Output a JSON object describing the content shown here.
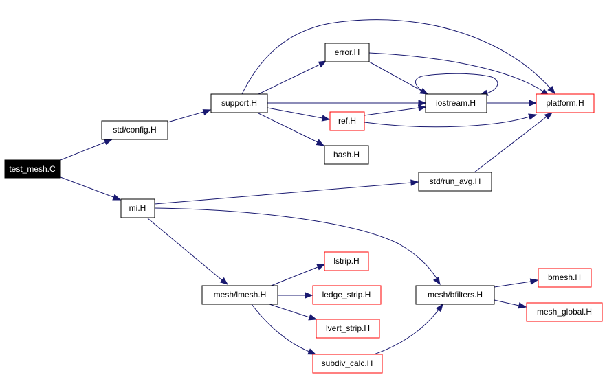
{
  "diagram": {
    "type": "include-dependency-graph",
    "nodes": [
      {
        "id": "test_mesh_C",
        "label": "test_mesh.C",
        "style": "root"
      },
      {
        "id": "std_config_H",
        "label": "std/config.H",
        "style": "normal"
      },
      {
        "id": "support_H",
        "label": "support.H",
        "style": "normal"
      },
      {
        "id": "error_H",
        "label": "error.H",
        "style": "normal"
      },
      {
        "id": "iostream_H",
        "label": "iostream.H",
        "style": "normal"
      },
      {
        "id": "platform_H",
        "label": "platform.H",
        "style": "red"
      },
      {
        "id": "ref_H",
        "label": "ref.H",
        "style": "red"
      },
      {
        "id": "hash_H",
        "label": "hash.H",
        "style": "normal"
      },
      {
        "id": "std_run_avg_H",
        "label": "std/run_avg.H",
        "style": "normal"
      },
      {
        "id": "mi_H",
        "label": "mi.H",
        "style": "normal"
      },
      {
        "id": "lstrip_H",
        "label": "lstrip.H",
        "style": "red"
      },
      {
        "id": "mesh_lmesh_H",
        "label": "mesh/lmesh.H",
        "style": "normal"
      },
      {
        "id": "ledge_strip_H",
        "label": "ledge_strip.H",
        "style": "red"
      },
      {
        "id": "lvert_strip_H",
        "label": "lvert_strip.H",
        "style": "red"
      },
      {
        "id": "subdiv_calc_H",
        "label": "subdiv_calc.H",
        "style": "red"
      },
      {
        "id": "mesh_bfilters_H",
        "label": "mesh/bfilters.H",
        "style": "normal"
      },
      {
        "id": "bmesh_H",
        "label": "bmesh.H",
        "style": "red"
      },
      {
        "id": "mesh_global_H",
        "label": "mesh_global.H",
        "style": "red"
      }
    ],
    "edges": [
      {
        "from": "test_mesh_C",
        "to": "std_config_H"
      },
      {
        "from": "test_mesh_C",
        "to": "mi_H"
      },
      {
        "from": "std_config_H",
        "to": "support_H"
      },
      {
        "from": "support_H",
        "to": "error_H"
      },
      {
        "from": "support_H",
        "to": "platform_H"
      },
      {
        "from": "support_H",
        "to": "iostream_H"
      },
      {
        "from": "support_H",
        "to": "ref_H"
      },
      {
        "from": "support_H",
        "to": "hash_H"
      },
      {
        "from": "error_H",
        "to": "platform_H"
      },
      {
        "from": "error_H",
        "to": "iostream_H"
      },
      {
        "from": "iostream_H",
        "to": "iostream_H"
      },
      {
        "from": "iostream_H",
        "to": "platform_H"
      },
      {
        "from": "ref_H",
        "to": "iostream_H"
      },
      {
        "from": "ref_H",
        "to": "platform_H"
      },
      {
        "from": "std_run_avg_H",
        "to": "platform_H"
      },
      {
        "from": "mi_H",
        "to": "std_run_avg_H"
      },
      {
        "from": "mi_H",
        "to": "mesh_lmesh_H"
      },
      {
        "from": "mi_H",
        "to": "mesh_bfilters_H"
      },
      {
        "from": "mesh_lmesh_H",
        "to": "lstrip_H"
      },
      {
        "from": "mesh_lmesh_H",
        "to": "ledge_strip_H"
      },
      {
        "from": "mesh_lmesh_H",
        "to": "lvert_strip_H"
      },
      {
        "from": "mesh_lmesh_H",
        "to": "subdiv_calc_H"
      },
      {
        "from": "subdiv_calc_H",
        "to": "mesh_bfilters_H"
      },
      {
        "from": "mesh_bfilters_H",
        "to": "bmesh_H"
      },
      {
        "from": "mesh_bfilters_H",
        "to": "mesh_global_H"
      }
    ]
  },
  "colors": {
    "edge": "#191970",
    "node_border": "#000000",
    "node_border_red": "#ff0000",
    "root_fill": "#000000",
    "root_text": "#ffffff"
  }
}
